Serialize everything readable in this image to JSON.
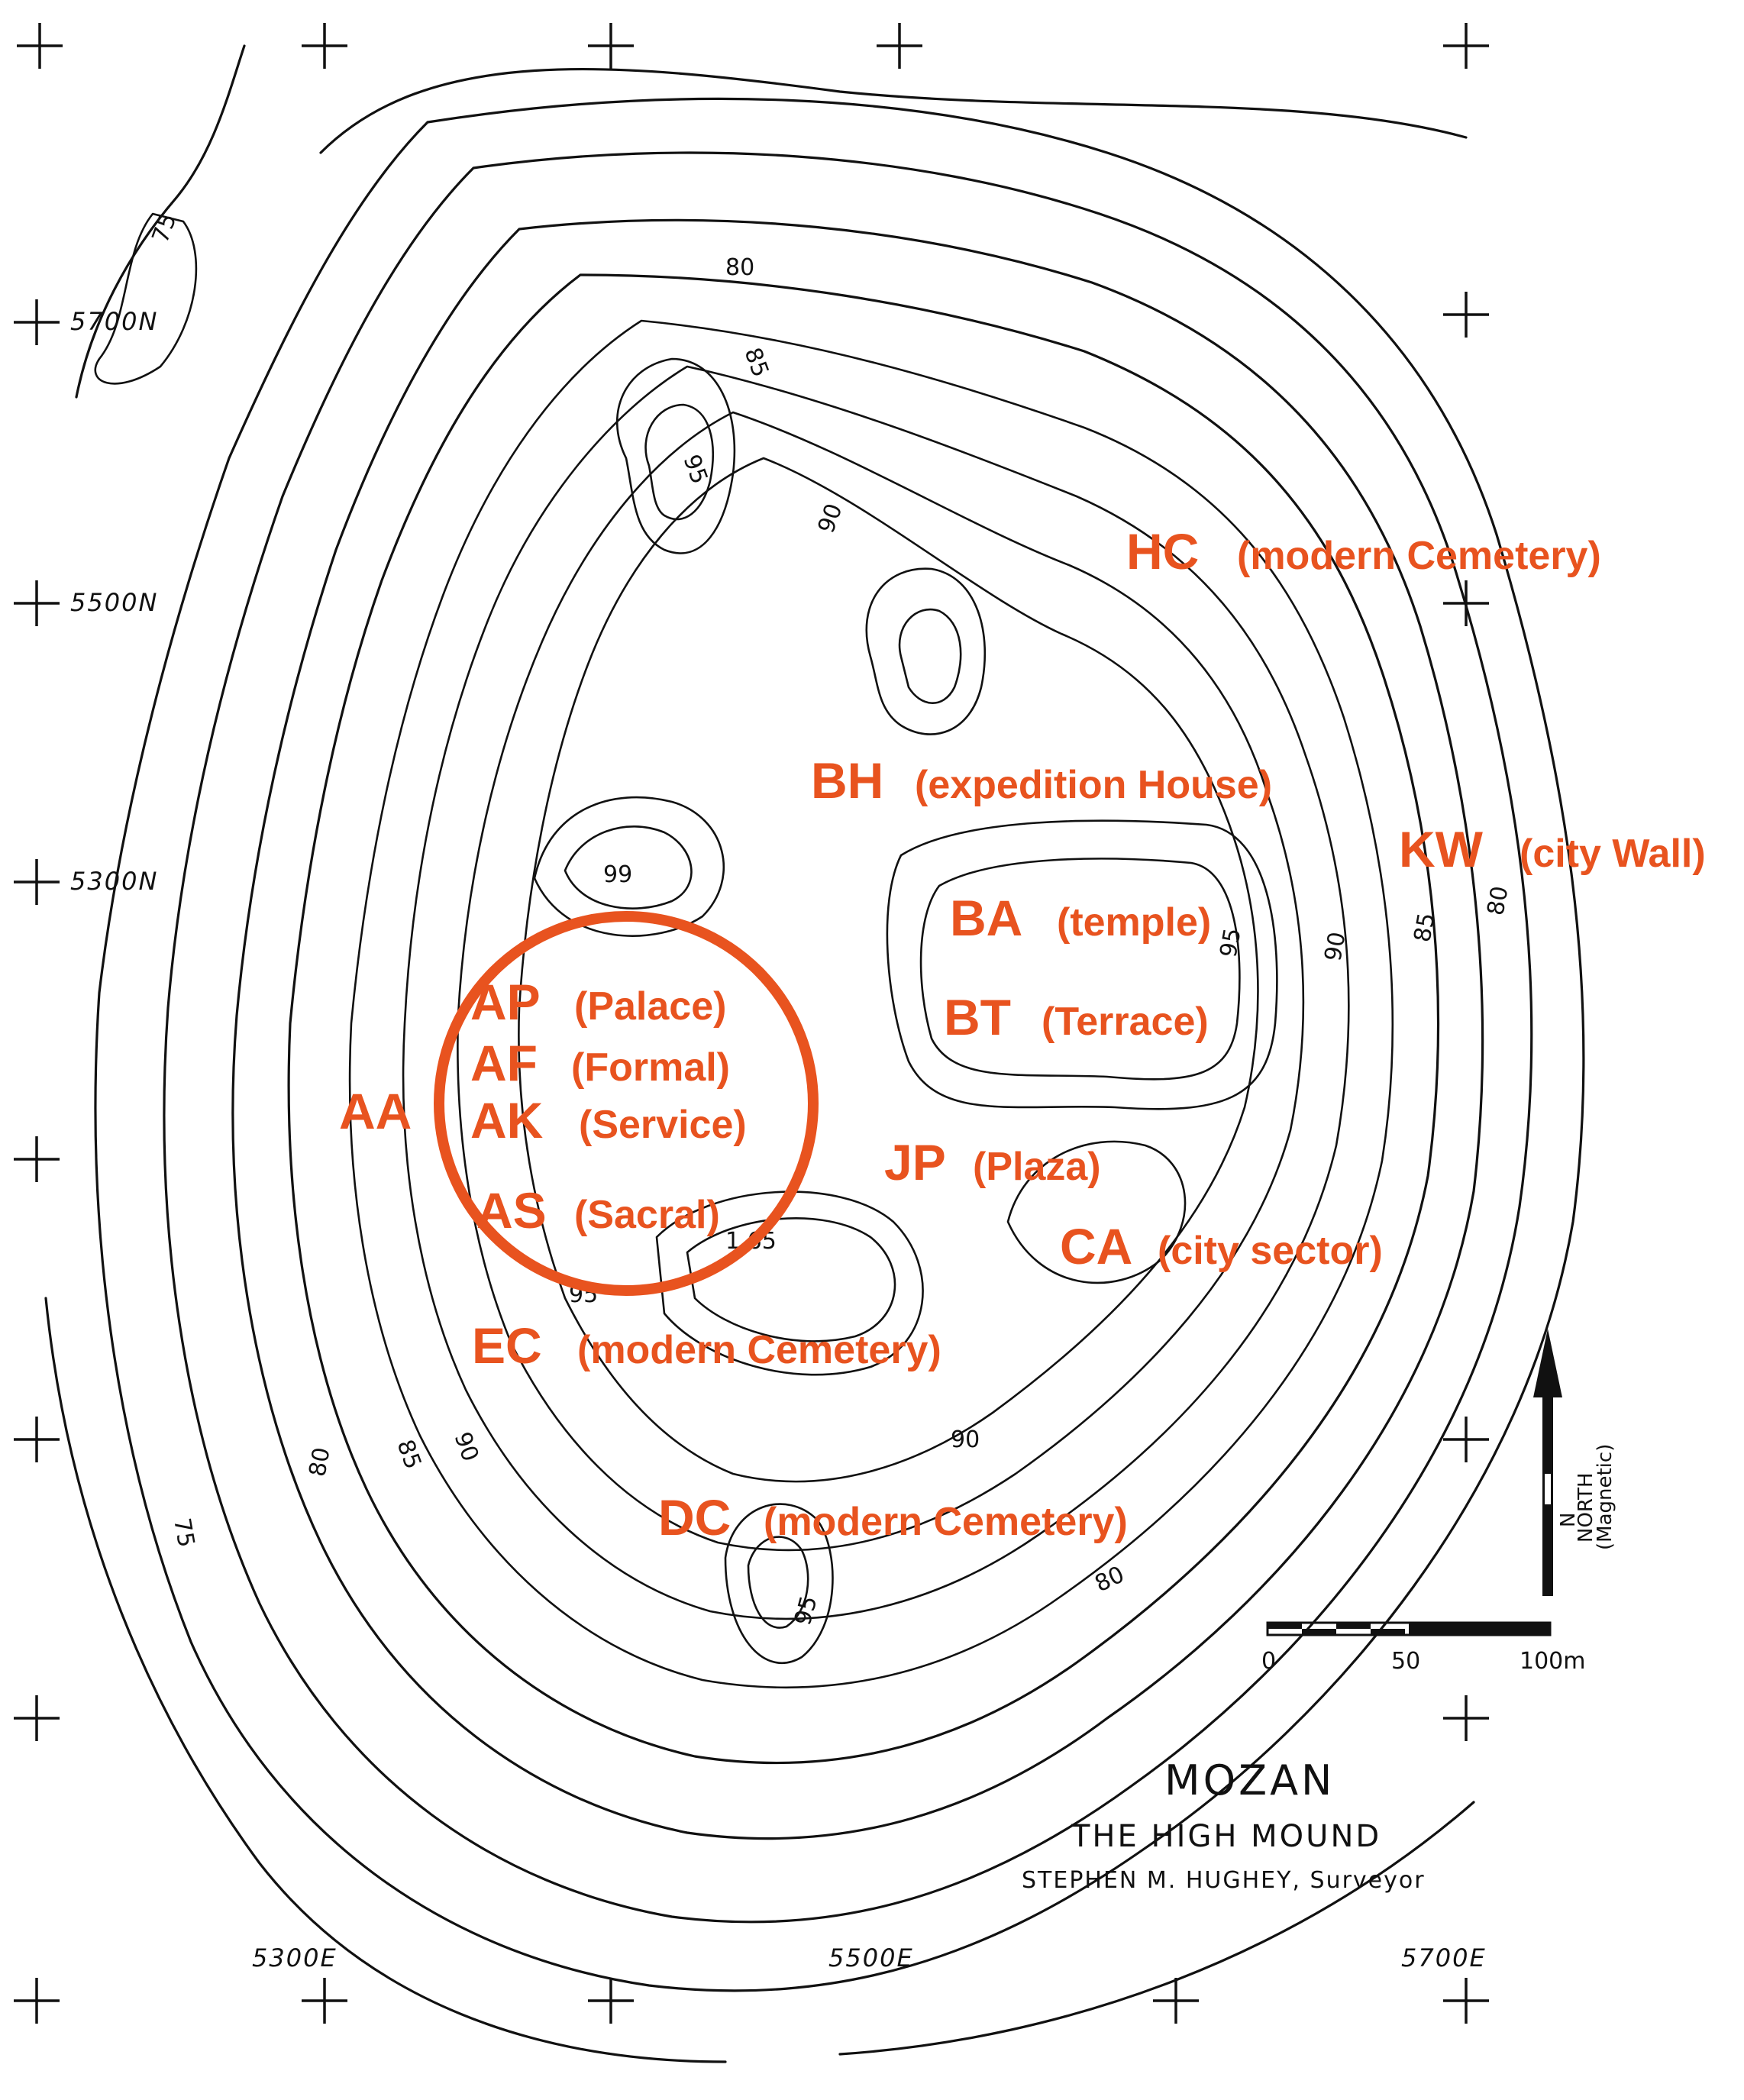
{
  "title": {
    "name": "MOZAN",
    "subtitle": "THE HIGH MOUND",
    "credit": "STEPHEN   M. HUGHEY, Surveyor"
  },
  "grid_labels": {
    "n5700": "5700N",
    "n5500": "5500N",
    "n5300": "5300N",
    "e5300": "5300E",
    "e5500": "5500E",
    "e5700": "5700E"
  },
  "contour_labels": {
    "c75_top": "75",
    "c80_top": "80",
    "c85_top": "85",
    "c95_top": "95",
    "c90_top": "90",
    "c99": "99",
    "c95_right": "95",
    "c90_right": "90",
    "c85_right": "85",
    "c80_right": "80",
    "c165": "1.65",
    "c95_mid": "95",
    "c80_left": "80",
    "c85_left": "85",
    "c90_left": "90",
    "c75_left": "75",
    "c90_bottom": "90",
    "c80_bottom": "80",
    "c95_bottom": "95"
  },
  "areas": [
    {
      "code": "HC",
      "desc": "(modern Cemetery)"
    },
    {
      "code": "BH",
      "desc": "(expedition House)"
    },
    {
      "code": "KW",
      "desc": "(city Wall)"
    },
    {
      "code": "BA",
      "desc": "(temple)"
    },
    {
      "code": "BT",
      "desc": "(Terrace)"
    },
    {
      "code": "AP",
      "desc": "(Palace)"
    },
    {
      "code": "AF",
      "desc": "(Formal)"
    },
    {
      "code": "AK",
      "desc": "(Service)"
    },
    {
      "code": "AS",
      "desc": "(Sacral)"
    },
    {
      "code": "AA",
      "desc": ""
    },
    {
      "code": "JP",
      "desc": "(Plaza)"
    },
    {
      "code": "CA",
      "desc": "(city sector)"
    },
    {
      "code": "EC",
      "desc": "(modern Cemetery)"
    },
    {
      "code": "DC",
      "desc": "(modern Cemetery)"
    }
  ],
  "scale": {
    "zero": "0",
    "mid": "50",
    "end": "100m"
  },
  "north": {
    "letter": "N",
    "label": "NORTH",
    "sub": "(Magnetic)"
  },
  "colors": {
    "accent": "#e8531f",
    "ink": "#111111"
  }
}
